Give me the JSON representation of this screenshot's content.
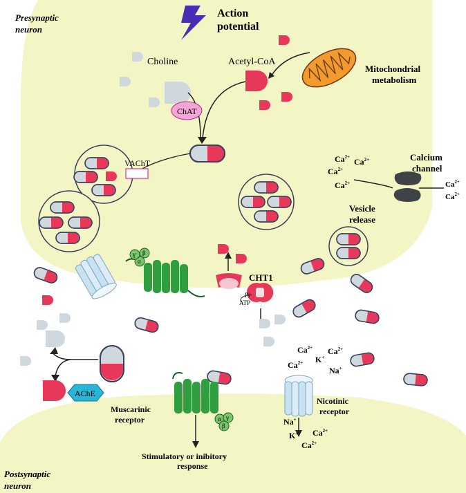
{
  "labels": {
    "presynaptic_1": "Presynaptic",
    "presynaptic_2": "neuron",
    "action_1": "Action",
    "action_2": "potential",
    "choline": "Choline",
    "acetylcoa": "Acetyl-CoA",
    "mito_1": "Mitochondrial",
    "mito_2": "metabolism",
    "chat": "ChAT",
    "vacht": "VAChT",
    "calcium_1": "Calcium",
    "calcium_2": "channel",
    "vesicle_1": "Vesicle",
    "vesicle_2": "release",
    "cht1": "CHT1",
    "pi": "Pi",
    "atp": "ATP",
    "ache": "AChE",
    "musc_1": "Muscarinic",
    "musc_2": "receptor",
    "nic_1": "Nicotinic",
    "nic_2": "receptor",
    "resp_1": "Stimulatory or inibitory",
    "resp_2": "response",
    "postsynaptic_1": "Postsynaptic",
    "postsynaptic_2": "neuron",
    "g_beta": "β",
    "g_gamma": "γ",
    "g_alpha": "α"
  },
  "ions": {
    "ca": "Ca",
    "k": "K",
    "na": "Na",
    "two_plus": "2+",
    "plus": "+"
  },
  "colors": {
    "membrane": "#f3f5c4",
    "ach_red": "#e8385a",
    "choline_grey": "#cfd8dc",
    "outline": "#3b3f5c",
    "protein_green": "#2f9e3e",
    "ache_cyan": "#29b6d6",
    "mito_orange": "#f39a2c",
    "bolt": "#4a2db5"
  }
}
